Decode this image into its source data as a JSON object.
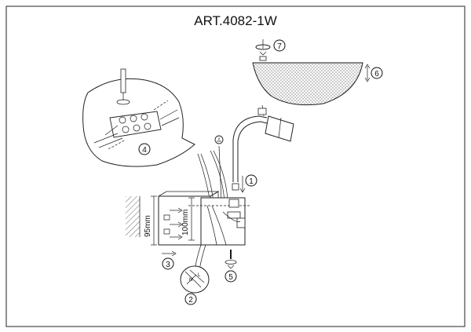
{
  "title": "ART.4082-1W",
  "dimensions": {
    "height_a": "95mm",
    "height_b": "100mm"
  },
  "steps": [
    {
      "id": "1",
      "label": "1"
    },
    {
      "id": "2",
      "label": "2"
    },
    {
      "id": "3",
      "label": "3"
    },
    {
      "id": "4",
      "label": "4"
    },
    {
      "id": "5",
      "label": "5"
    },
    {
      "id": "6",
      "label": "6"
    },
    {
      "id": "7",
      "label": "7"
    }
  ]
}
